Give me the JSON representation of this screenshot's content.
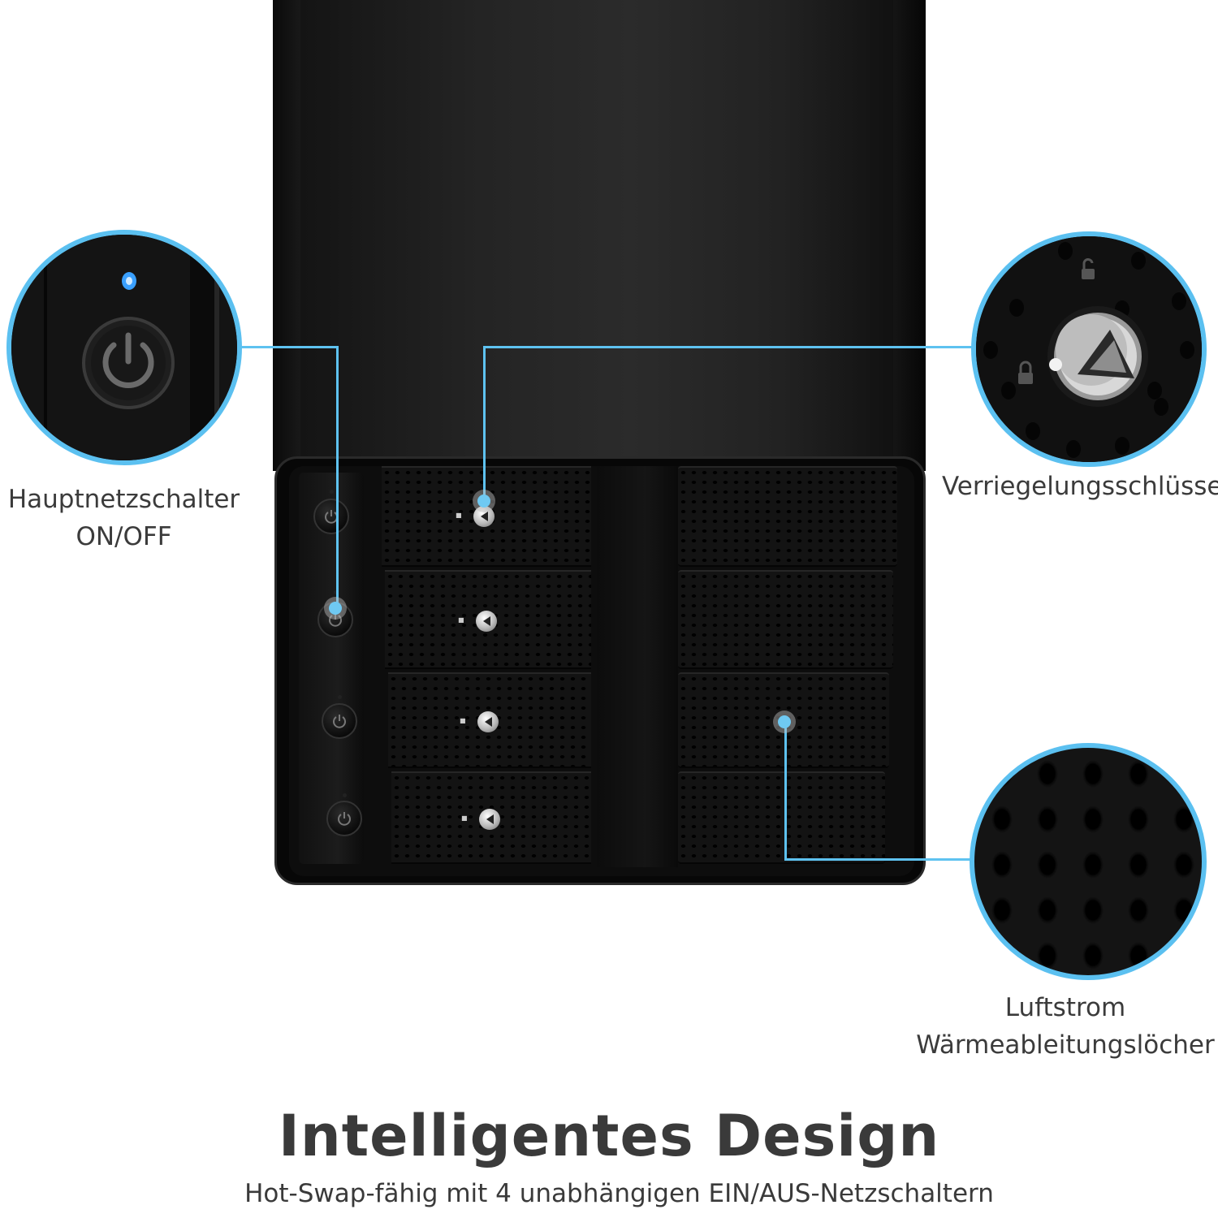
{
  "labels": {
    "main_switch_line1": "Hauptnetzschalter",
    "main_switch_line2": "ON/OFF",
    "lock_key": "Verriegelungsschlüssel",
    "airflow_line1": "Luftstrom",
    "airflow_line2": "Wärmeableitungslöcher"
  },
  "title": "Intelligentes Design",
  "subtitle": "Hot-Swap-fähig mit 4 unabhängigen EIN/AUS-Netzschaltern",
  "colors": {
    "accent": "#5bc0f0",
    "text": "#3b3b3b",
    "enclosure": "#141414",
    "power_led": "#3aa0ff"
  },
  "icons": {
    "power": "power-icon",
    "lock": "lock-icon",
    "unlock": "unlock-icon"
  }
}
